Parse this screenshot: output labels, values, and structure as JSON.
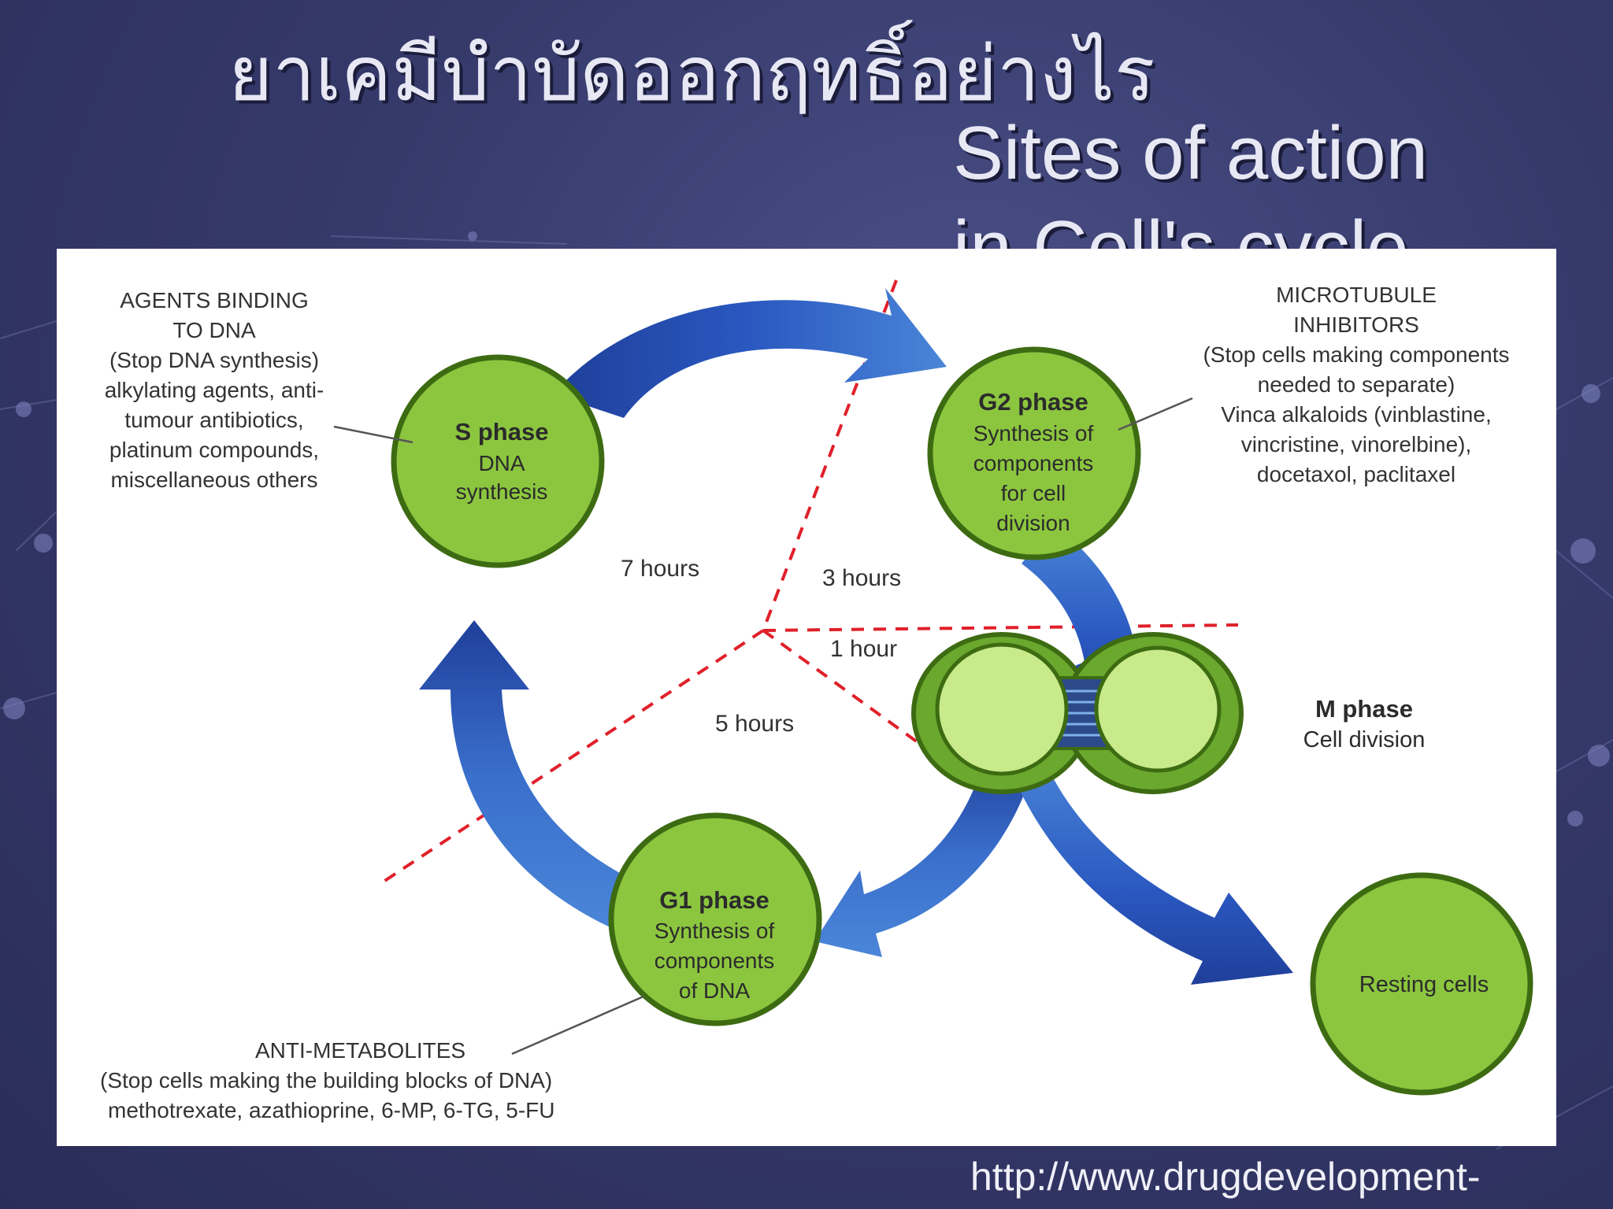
{
  "slide": {
    "title_thai": "ยาเคมีบำบัดออกฤทธิ์อย่างไร",
    "title_en_line1": "Sites of action",
    "title_en_line2": "in Cell's cycle",
    "source_url": "http://www.drugdevelopment-"
  },
  "diagram": {
    "phases": {
      "s": {
        "name": "S phase",
        "desc": [
          "DNA",
          "synthesis"
        ]
      },
      "g2": {
        "name": "G2 phase",
        "desc": [
          "Synthesis of",
          "components",
          "for cell",
          "division"
        ]
      },
      "g1": {
        "name": "G1 phase",
        "desc": [
          "Synthesis of",
          "components",
          "of DNA"
        ]
      },
      "m": {
        "name": "M phase",
        "desc": [
          "Cell division"
        ]
      },
      "resting": {
        "name": "Resting cells"
      }
    },
    "durations": [
      "7 hours",
      "3 hours",
      "1 hour",
      "5 hours"
    ],
    "agents_binding_dna": {
      "title": [
        "AGENTS BINDING",
        "TO DNA"
      ],
      "body": [
        "(Stop DNA synthesis)",
        "alkylating agents, anti-",
        "tumour antibiotics,",
        "platinum compounds,",
        "miscellaneous others"
      ]
    },
    "microtubule_inhibitors": {
      "title": [
        "MICROTUBULE",
        "INHIBITORS"
      ],
      "body": [
        "(Stop cells making components",
        "needed to separate)",
        "Vinca alkaloids (vinblastine,",
        "vincristine, vinorelbine),",
        "docetaxol, paclitaxel"
      ]
    },
    "anti_metabolites": {
      "title": "ANTI-METABOLITES",
      "body": [
        "(Stop cells making the building blocks of DNA)",
        "methotrexate, azathioprine, 6-MP, 6-TG, 5-FU"
      ]
    },
    "colors": {
      "circle_fill": "#8cc63f",
      "circle_stroke": "#3d6b12",
      "arrow_dark": "#1f3f9a",
      "arrow_light": "#4a86d8",
      "dash": "#e0202a",
      "text": "#333333"
    }
  }
}
